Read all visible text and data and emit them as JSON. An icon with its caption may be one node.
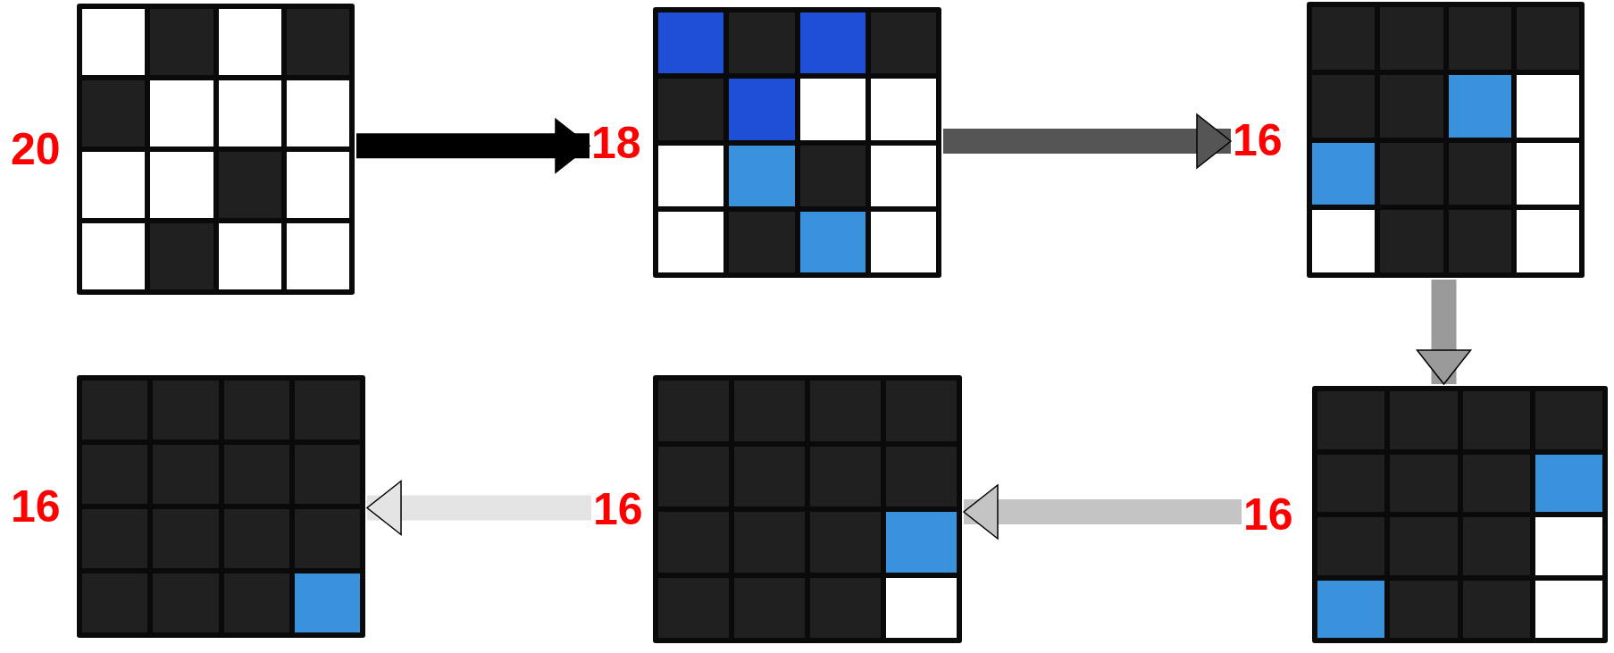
{
  "diagram": {
    "nodes": [
      {
        "text": [],
        "shape": "grid",
        "beside": [
          "20"
        ]
      },
      {
        "text": [],
        "shape": "grid",
        "beside": [
          "18"
        ]
      },
      {
        "text": [],
        "shape": "grid",
        "beside": [
          "16"
        ]
      },
      {
        "text": [],
        "shape": "grid",
        "beside": [
          "16"
        ]
      },
      {
        "text": [],
        "shape": "grid",
        "beside": [
          "16"
        ]
      },
      {
        "text": [],
        "shape": "grid",
        "beside": [
          "16"
        ]
      }
    ],
    "edges": [
      {
        "from": 0,
        "to": 1,
        "arrow": "to",
        "color": "#000000"
      },
      {
        "from": 1,
        "to": 2,
        "arrow": "to",
        "color": "#555555"
      },
      {
        "from": 2,
        "to": 3,
        "arrow": "to",
        "color": "#9a9a9a"
      },
      {
        "from": 3,
        "to": 4,
        "arrow": "to",
        "color": "#c4c4c4"
      },
      {
        "from": 4,
        "to": 5,
        "arrow": "to",
        "color": "#e4e4e4"
      }
    ]
  }
}
